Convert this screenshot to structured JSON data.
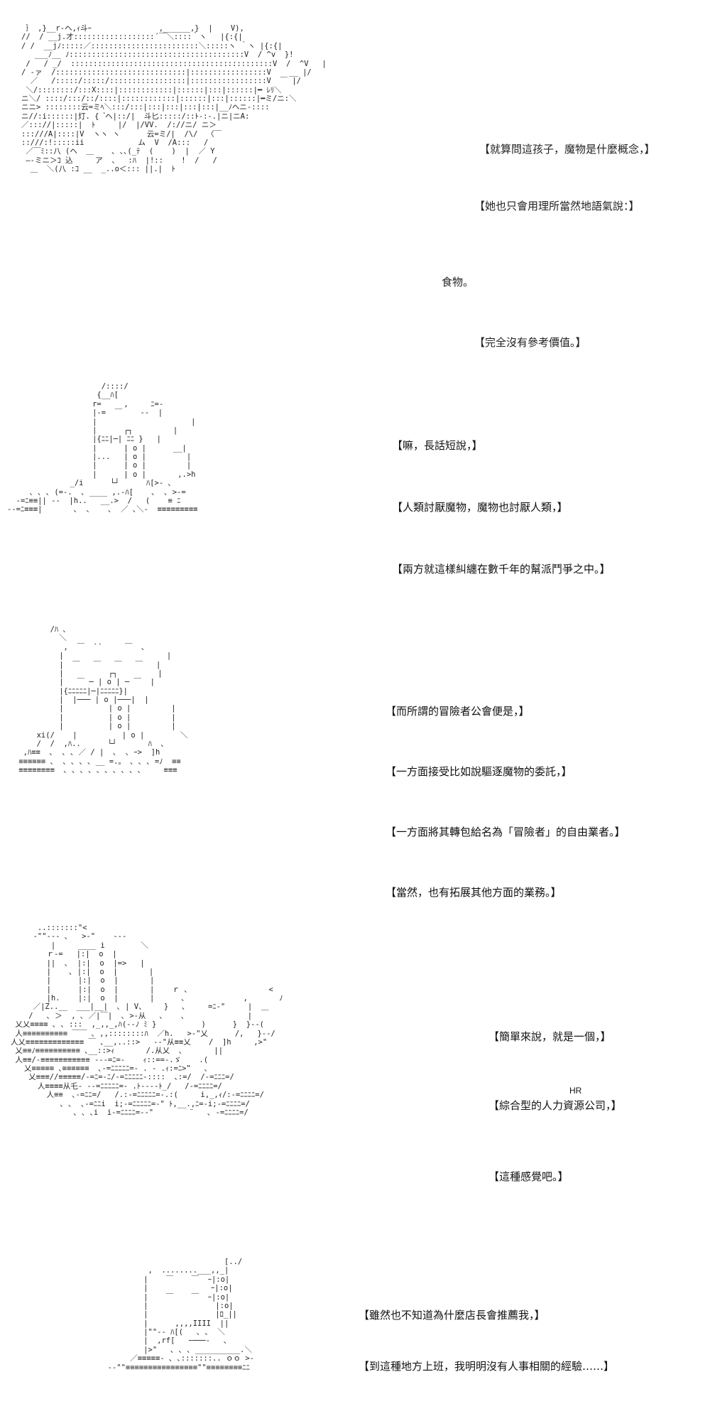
{
  "panels": [
    {
      "lines": [
        "【就算問這孩子，魔物是什麼概念，】",
        "【她也只會用理所當然地語氣說：】",
        "食物。",
        "【完全沒有參考價值。】"
      ]
    },
    {
      "lines": [
        "【嘛，長話短說，】",
        "【人類討厭魔物，魔物也討厭人類，】",
        "【兩方就這樣糾纏在數千年的幫派鬥爭之中。】"
      ]
    },
    {
      "lines": [
        "【而所謂的冒險者公會便是，】",
        "【一方面接受比如說驅逐魔物的委託，】",
        "【一方面將其轉包給名為「冒險者」的自由業者。】",
        "【當然，也有拓展其他方面的業務。】"
      ]
    },
    {
      "lines": [
        "【簡單來說，就是一個，】",
        "【綜合型的人力資源公司，】",
        "【這種感覺吧。】"
      ],
      "ruby": "HR"
    },
    {
      "lines": [
        "【雖然也不知道為什麼店長會推薦我，】",
        "【到這種地方上班，我明明沒有人事相關的經驗……】"
      ]
    }
  ]
}
